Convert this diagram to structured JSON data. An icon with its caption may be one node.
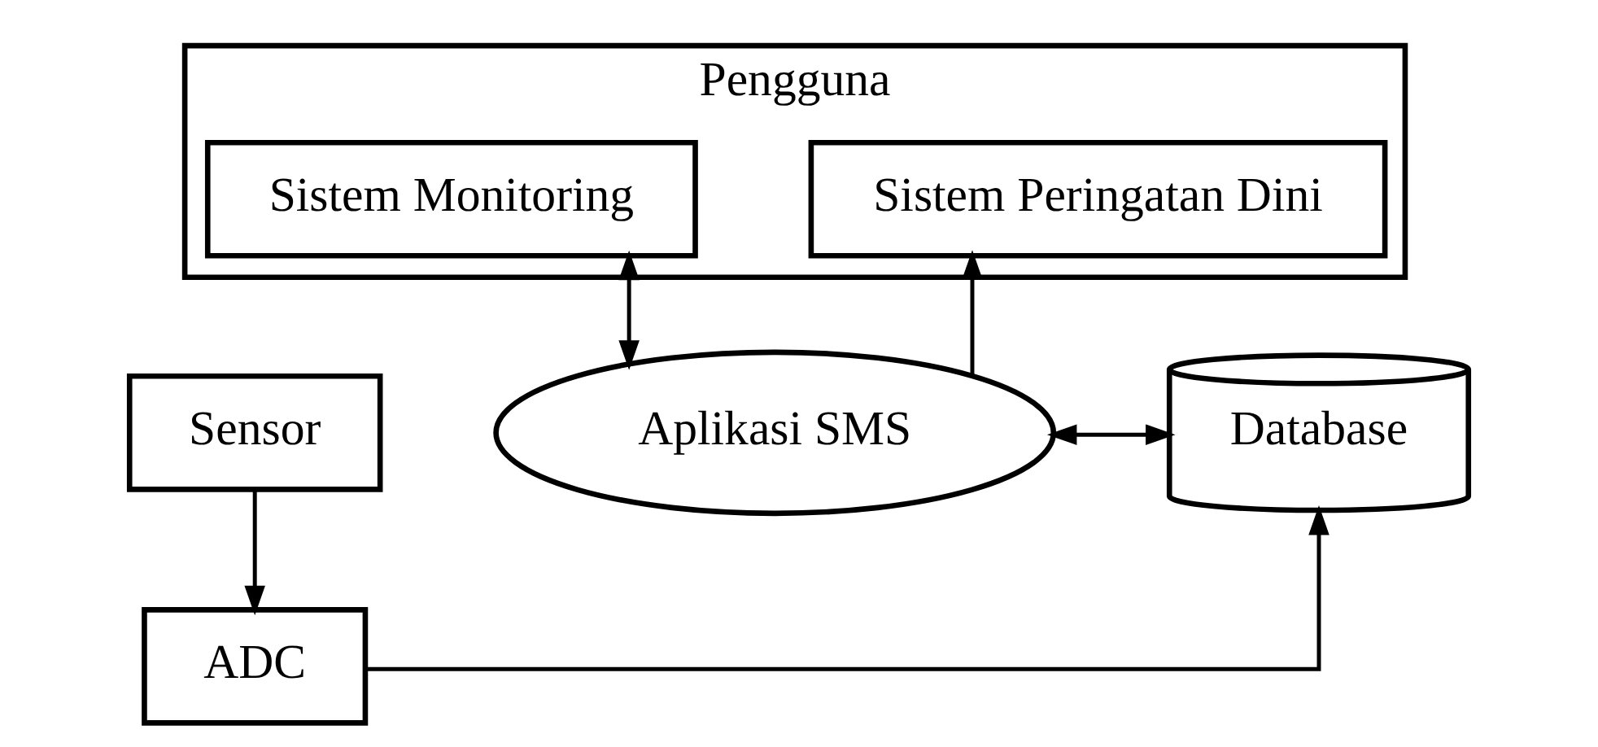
{
  "diagram": {
    "nodes": [
      {
        "text": [
          "Pengguna"
        ]
      },
      {
        "text": [
          "Sistem Peringatan Dini"
        ],
        "in": 0
      },
      {
        "text": [
          "Sistem Monitoring"
        ],
        "in": 0
      },
      {
        "text": [
          "Aplikasi SMS"
        ]
      },
      {
        "text": [
          "Database"
        ]
      },
      {
        "text": [
          "Sensor"
        ]
      },
      {
        "text": [
          "ADC"
        ]
      }
    ],
    "edges": [
      {
        "from": 3,
        "to": 1,
        "arrow": "to"
      },
      {
        "from": 3,
        "to": 2,
        "arrow": "both"
      },
      {
        "from": 3,
        "to": 4,
        "arrow": "both"
      },
      {
        "from": 5,
        "to": 6,
        "arrow": "to"
      },
      {
        "from": 6,
        "to": 4,
        "arrow": "to"
      }
    ]
  }
}
